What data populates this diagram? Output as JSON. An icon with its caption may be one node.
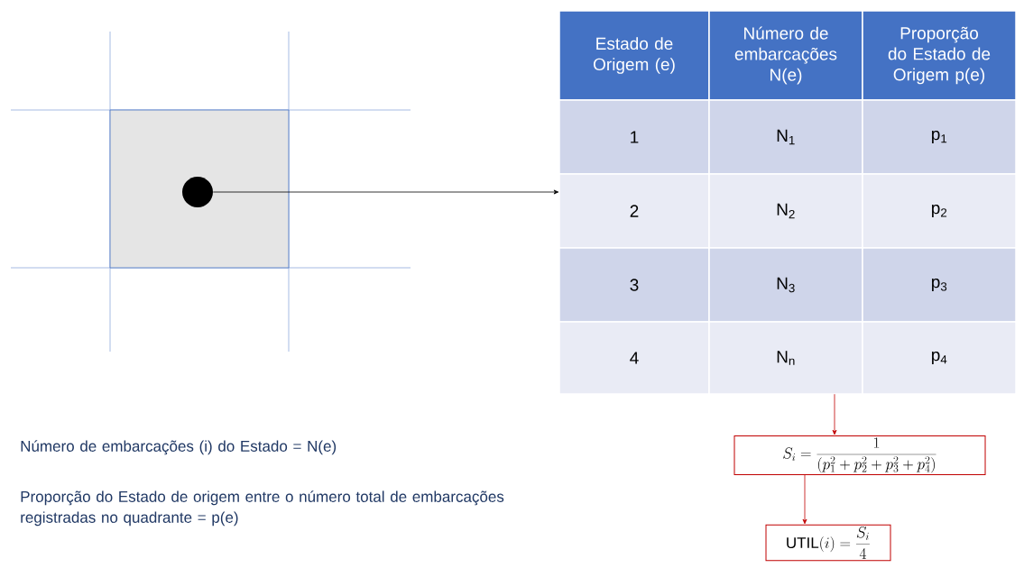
{
  "diagram": {
    "nodes": [
      {
        "text": [],
        "shape": "box"
      },
      {
        "text": [],
        "shape": "circle",
        "in": 0
      },
      {
        "text": [
          "Estado de Origem (e)",
          "Número de embarcações N(e)",
          "Proporção do Estado de Origem p(e)",
          "1",
          "N$_{1}$",
          "p$_{1}$",
          "2",
          "N$_{2}$",
          "p$_{2}$",
          "3",
          "N$_{3}$",
          "p$_{3}$",
          "4",
          "N$_{n}$",
          "p$_{4}$"
        ]
      },
      {
        "text": [
          "S_i = \\frac{1}{\\left(p_1^2 + p_2^2 + p_3^2 + p_4^2\\right)}"
        ]
      },
      {
        "text": [
          "\\mathrm{UTIL}(i) = \\frac{S_i}{4}"
        ]
      }
    ],
    "edges": [
      {
        "from": 1,
        "to": 2,
        "arrow": "to",
        "color": "#000000"
      },
      {
        "from": 2,
        "to": 3,
        "arrow": "to"
      },
      {
        "from": 3,
        "to": 4,
        "arrow": "to"
      }
    ],
    "labels": [
      "Número de embarcações (i) do Estado = N(e)",
      "Proporção do Estado de origem entre o número total de embarcações registradas no quadrante = p(e)"
    ]
  }
}
